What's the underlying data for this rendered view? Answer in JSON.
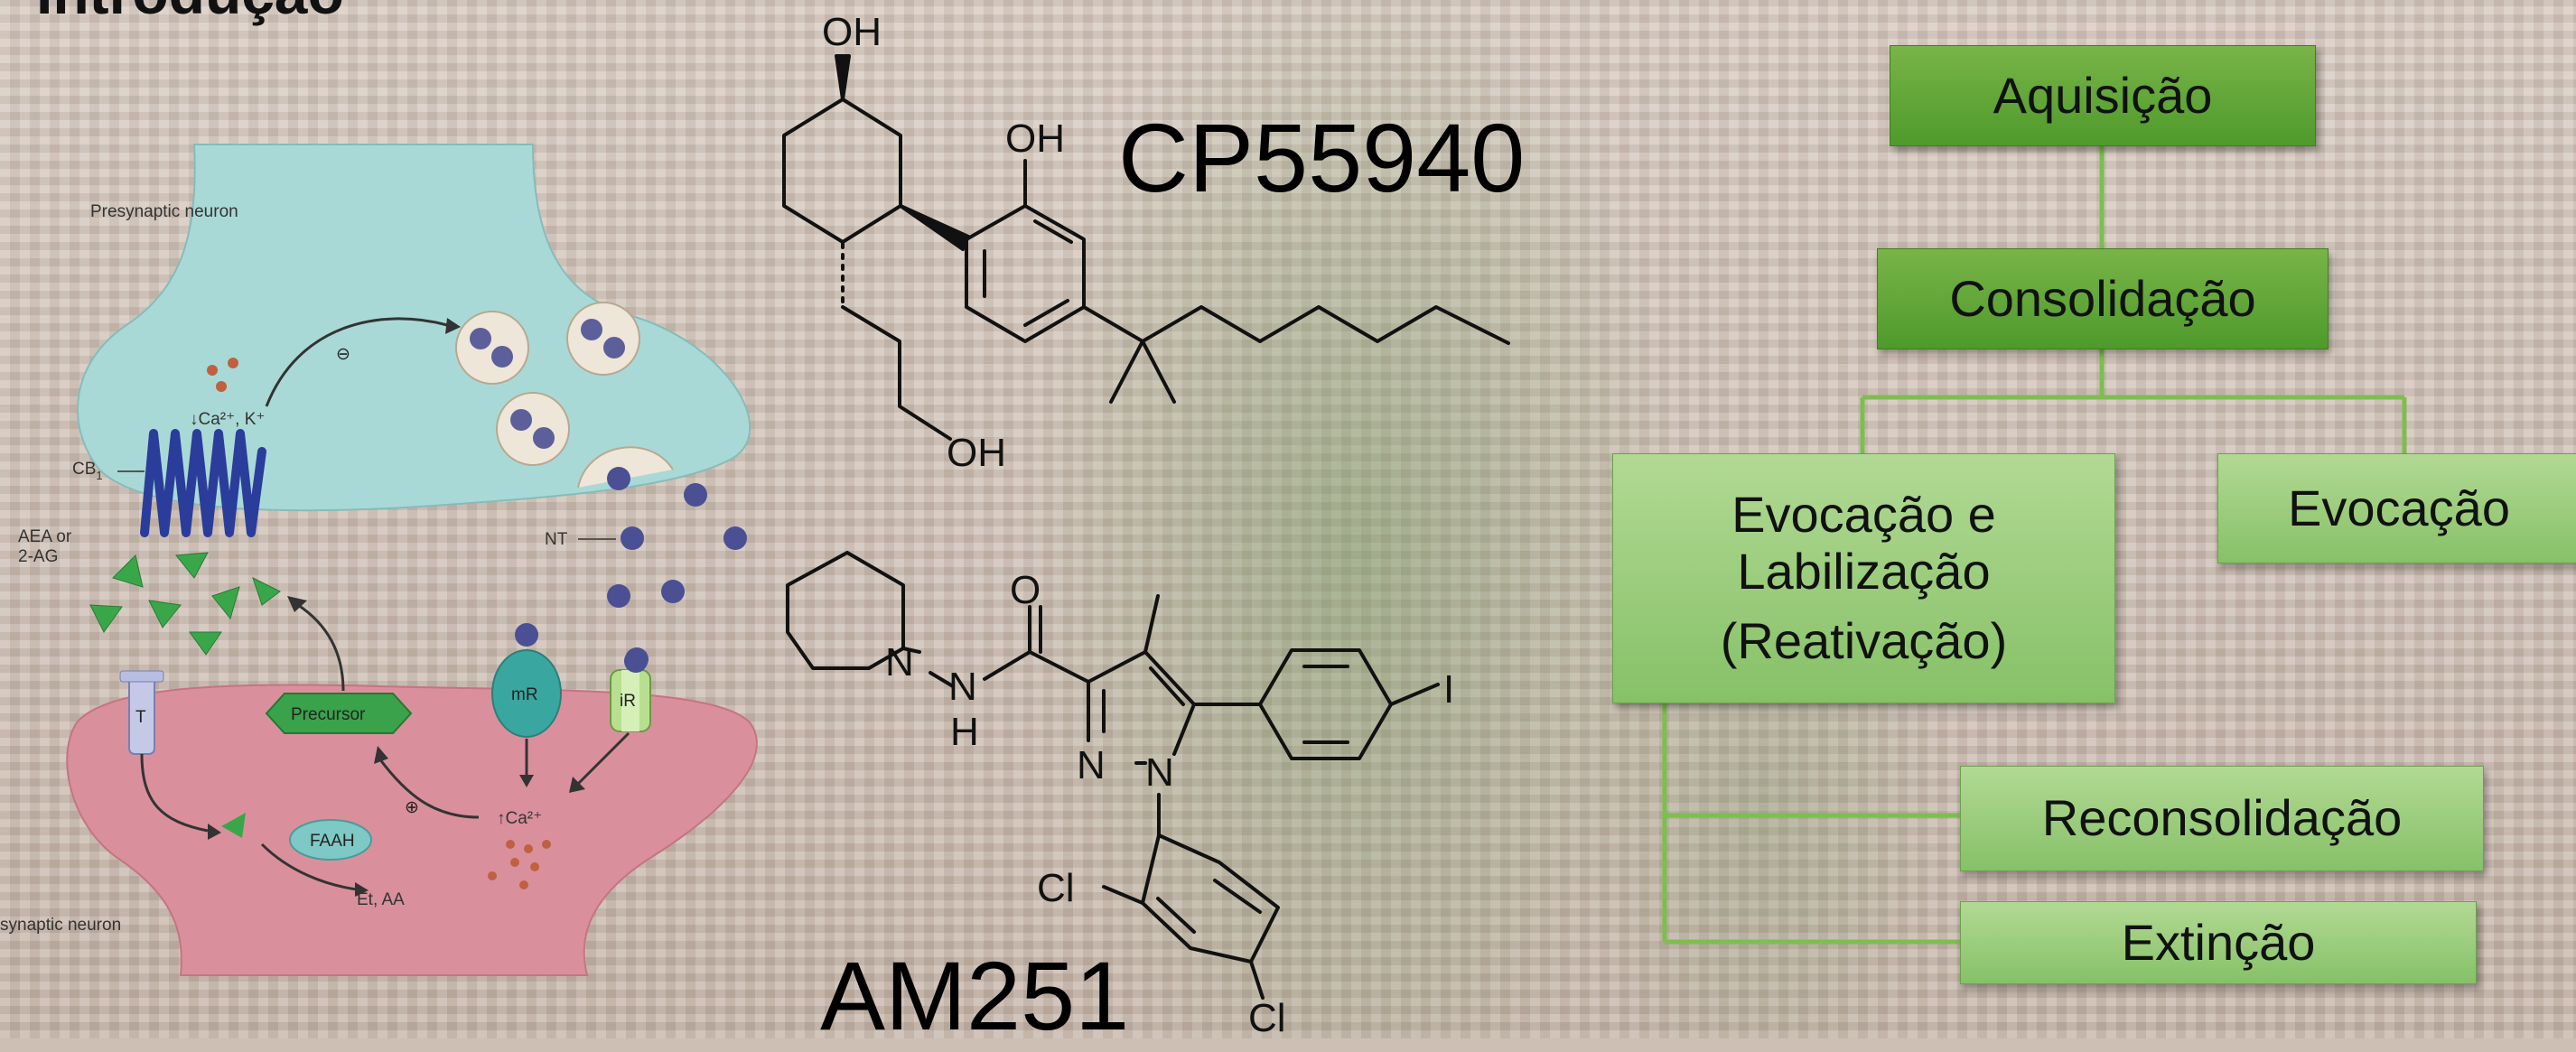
{
  "slide": {
    "title": "Introdução"
  },
  "synapse": {
    "presynaptic_label": "Presynaptic neuron",
    "postsynaptic_label": "synaptic neuron",
    "cb1_label": "CB",
    "cb1_sub": "1",
    "ligand_label": "AEA or",
    "ligand_label_2": "2-AG",
    "ion_label": "↓Ca²⁺, K⁺",
    "inhibit_symbol": "⊖",
    "nt_label": "NT",
    "transporter_label": "T",
    "precursor_label": "Precursor",
    "mr_label": "mR",
    "ir_label": "iR",
    "ca_label": "↑Ca²⁺",
    "excite_symbol": "⊕",
    "faah_label": "FAAH",
    "products_label": "Et, AA",
    "colors": {
      "pre": "#a9d9d6",
      "post": "#d9909c",
      "receptor": "#2a3d9a",
      "ligand": "#3aa64a"
    }
  },
  "molecules": {
    "cp": {
      "name": "CP55940",
      "oh_top": "OH",
      "oh_phenol": "OH",
      "oh_chain": "OH"
    },
    "am": {
      "name": "AM251",
      "n1": "N",
      "nh_n": "N",
      "nh_h": "H",
      "o": "O",
      "pyr_n": "N",
      "pyr_n2": "N",
      "iodo": "I",
      "cl1": "Cl",
      "cl2": "Cl"
    }
  },
  "flowchart": {
    "aquisicao": "Aquisição",
    "consolidacao": "Consolidação",
    "evocacao_lab_1": "Evocação e",
    "evocacao_lab_2": "Labilização",
    "evocacao_lab_3": "(Reativação)",
    "evocacao": "Evocação",
    "reconsolidacao": "Reconsolidação",
    "extincao": "Extinção",
    "colors": {
      "dark": "#5da535",
      "light": "#9fcf80",
      "connector": "#7cbf4f"
    }
  }
}
